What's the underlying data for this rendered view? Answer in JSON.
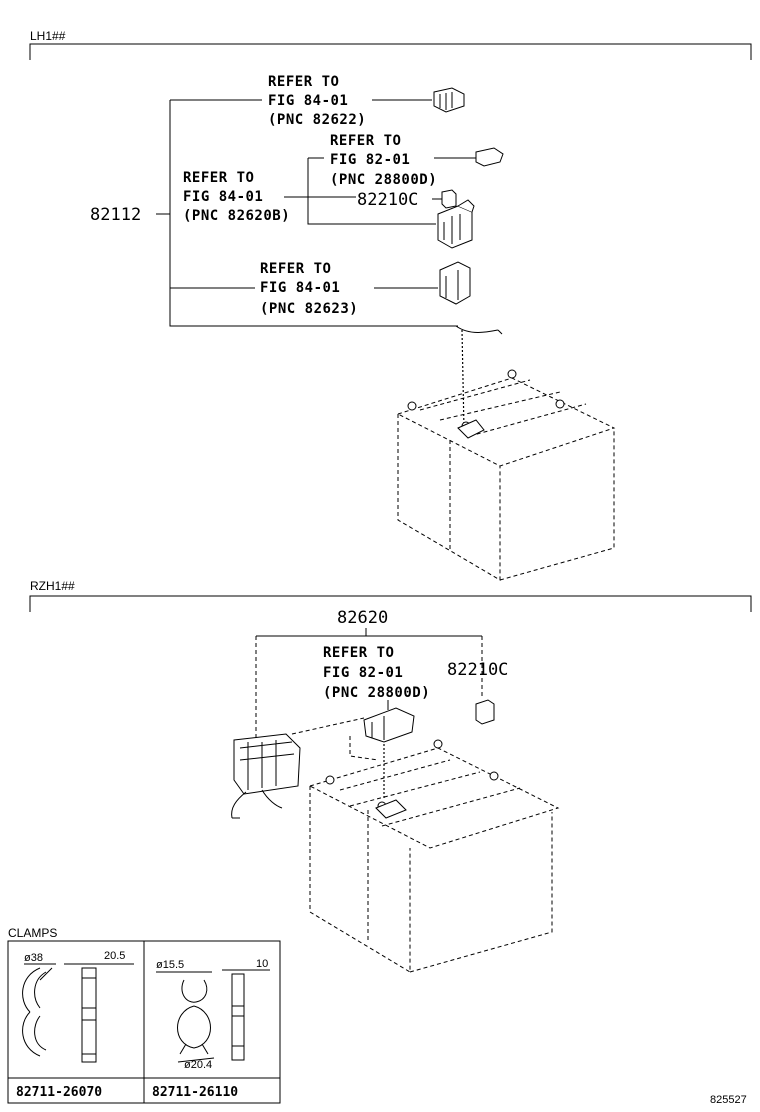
{
  "sections": {
    "top": "LH1##",
    "bottom": "RZH1##",
    "clamps": "CLAMPS"
  },
  "top": {
    "main_part": "82112",
    "part_82210c": "82210C",
    "ref_82622": [
      "REFER TO",
      "FIG 84-01",
      "(PNC 82622)"
    ],
    "ref_28800d": [
      "REFER TO",
      "FIG 82-01",
      "(PNC 28800D)"
    ],
    "ref_82620b": [
      "REFER TO",
      "FIG 84-01",
      "(PNC 82620B)"
    ],
    "ref_82623": [
      "REFER TO",
      "FIG 84-01",
      "(PNC 82623)"
    ]
  },
  "bottom": {
    "part_82620": "82620",
    "part_82210c": "82210C",
    "ref_28800d": [
      "REFER TO",
      "FIG 82-01",
      "(PNC 28800D)"
    ]
  },
  "clamps": {
    "left": {
      "part_no": "82711-26070",
      "dia": "ø38",
      "width": "20.5"
    },
    "right": {
      "part_no": "82711-26110",
      "dia_top": "ø15.5",
      "dia_bottom": "ø20.4",
      "width": "10"
    }
  },
  "figure_no": "825527"
}
